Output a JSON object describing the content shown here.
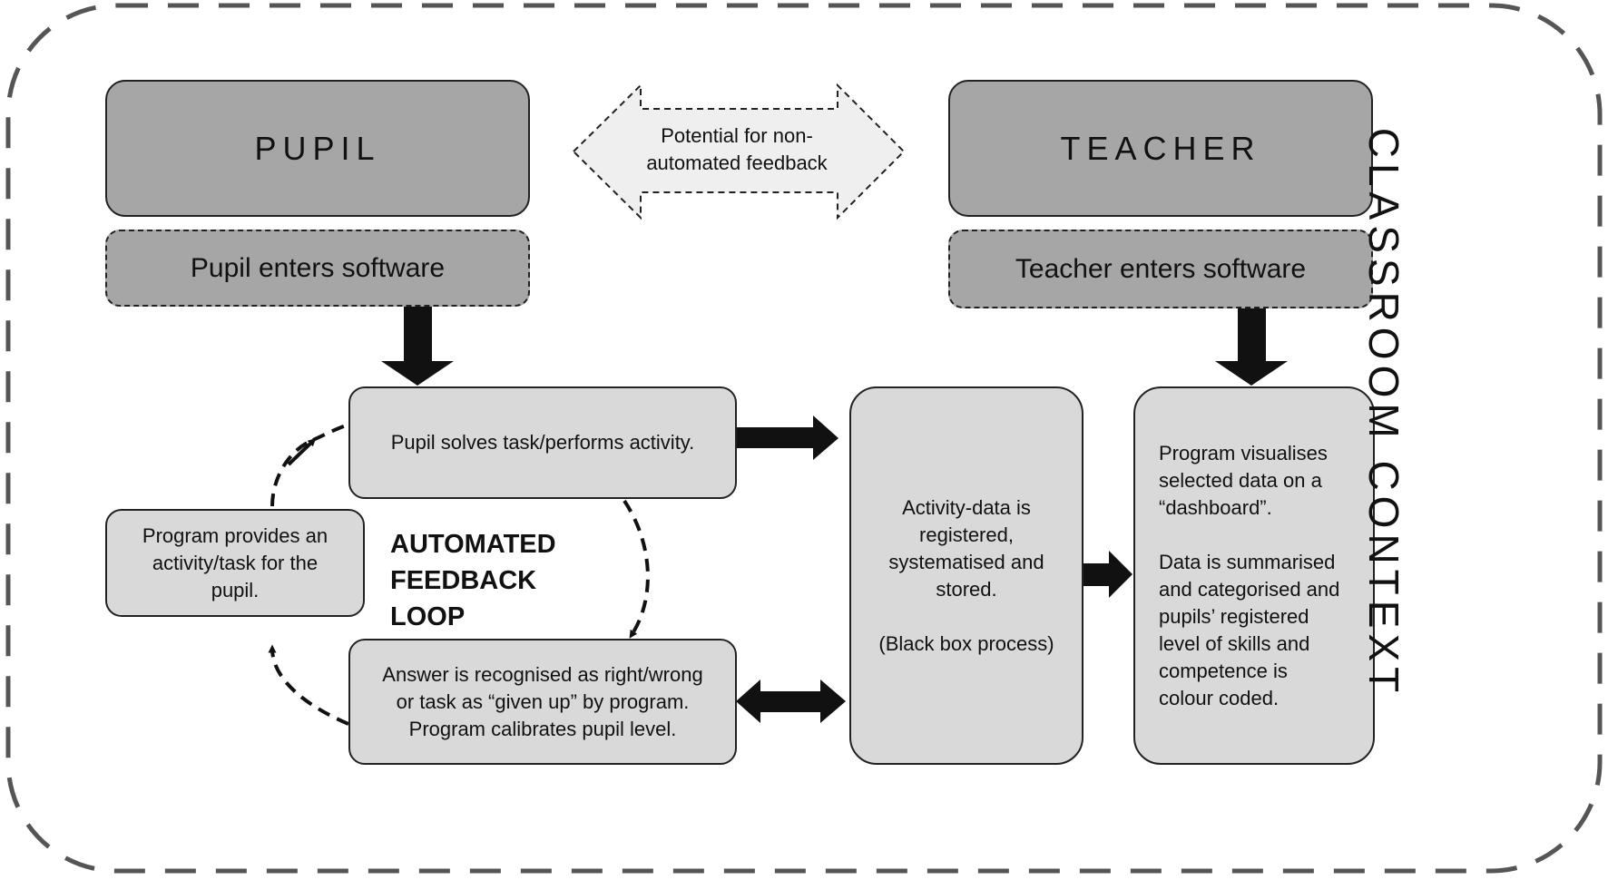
{
  "frame": {
    "context_label": "CLASSROOM CONTEXT"
  },
  "actors": {
    "pupil": "PUPIL",
    "teacher": "TEACHER"
  },
  "entries": {
    "pupil": "Pupil enters software",
    "teacher": "Teacher enters software"
  },
  "feedback_arrow": {
    "label": "Potential for non-\nautomated feedback"
  },
  "loop": {
    "label": "AUTOMATED\nFEEDBACK LOOP",
    "solve": "Pupil solves task/performs activity.",
    "answer": "Answer is recognised as right/wrong\nor task as “given up” by program.\nProgram calibrates pupil level.",
    "provide": "Program provides an\nactivity/task for the\npupil."
  },
  "processing": {
    "data": "Activity-data is\nregistered,\nsystematised and\nstored.\n\n(Black box process)"
  },
  "dashboard": {
    "text": "Program visualises\nselected data on a\n“dashboard”.\n\nData is summarised\nand categorised and\npupils’ registered\nlevel of skills and\ncompetence is\ncolour coded."
  },
  "colors": {
    "dark_box": "#a6a6a6",
    "light_box": "#d9d9d9",
    "border": "#222222",
    "frame": "#555555"
  }
}
